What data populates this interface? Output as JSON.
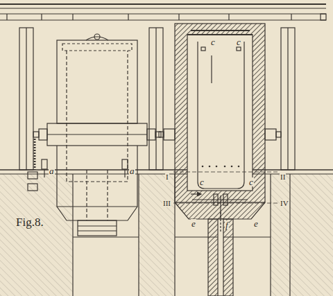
{
  "diagram": {
    "labels": [
      "Fig.8.",
      "a",
      "a",
      "c",
      "c",
      "c",
      "c",
      "e",
      "e",
      "f",
      "I",
      "II",
      "III",
      "IV"
    ]
  }
}
